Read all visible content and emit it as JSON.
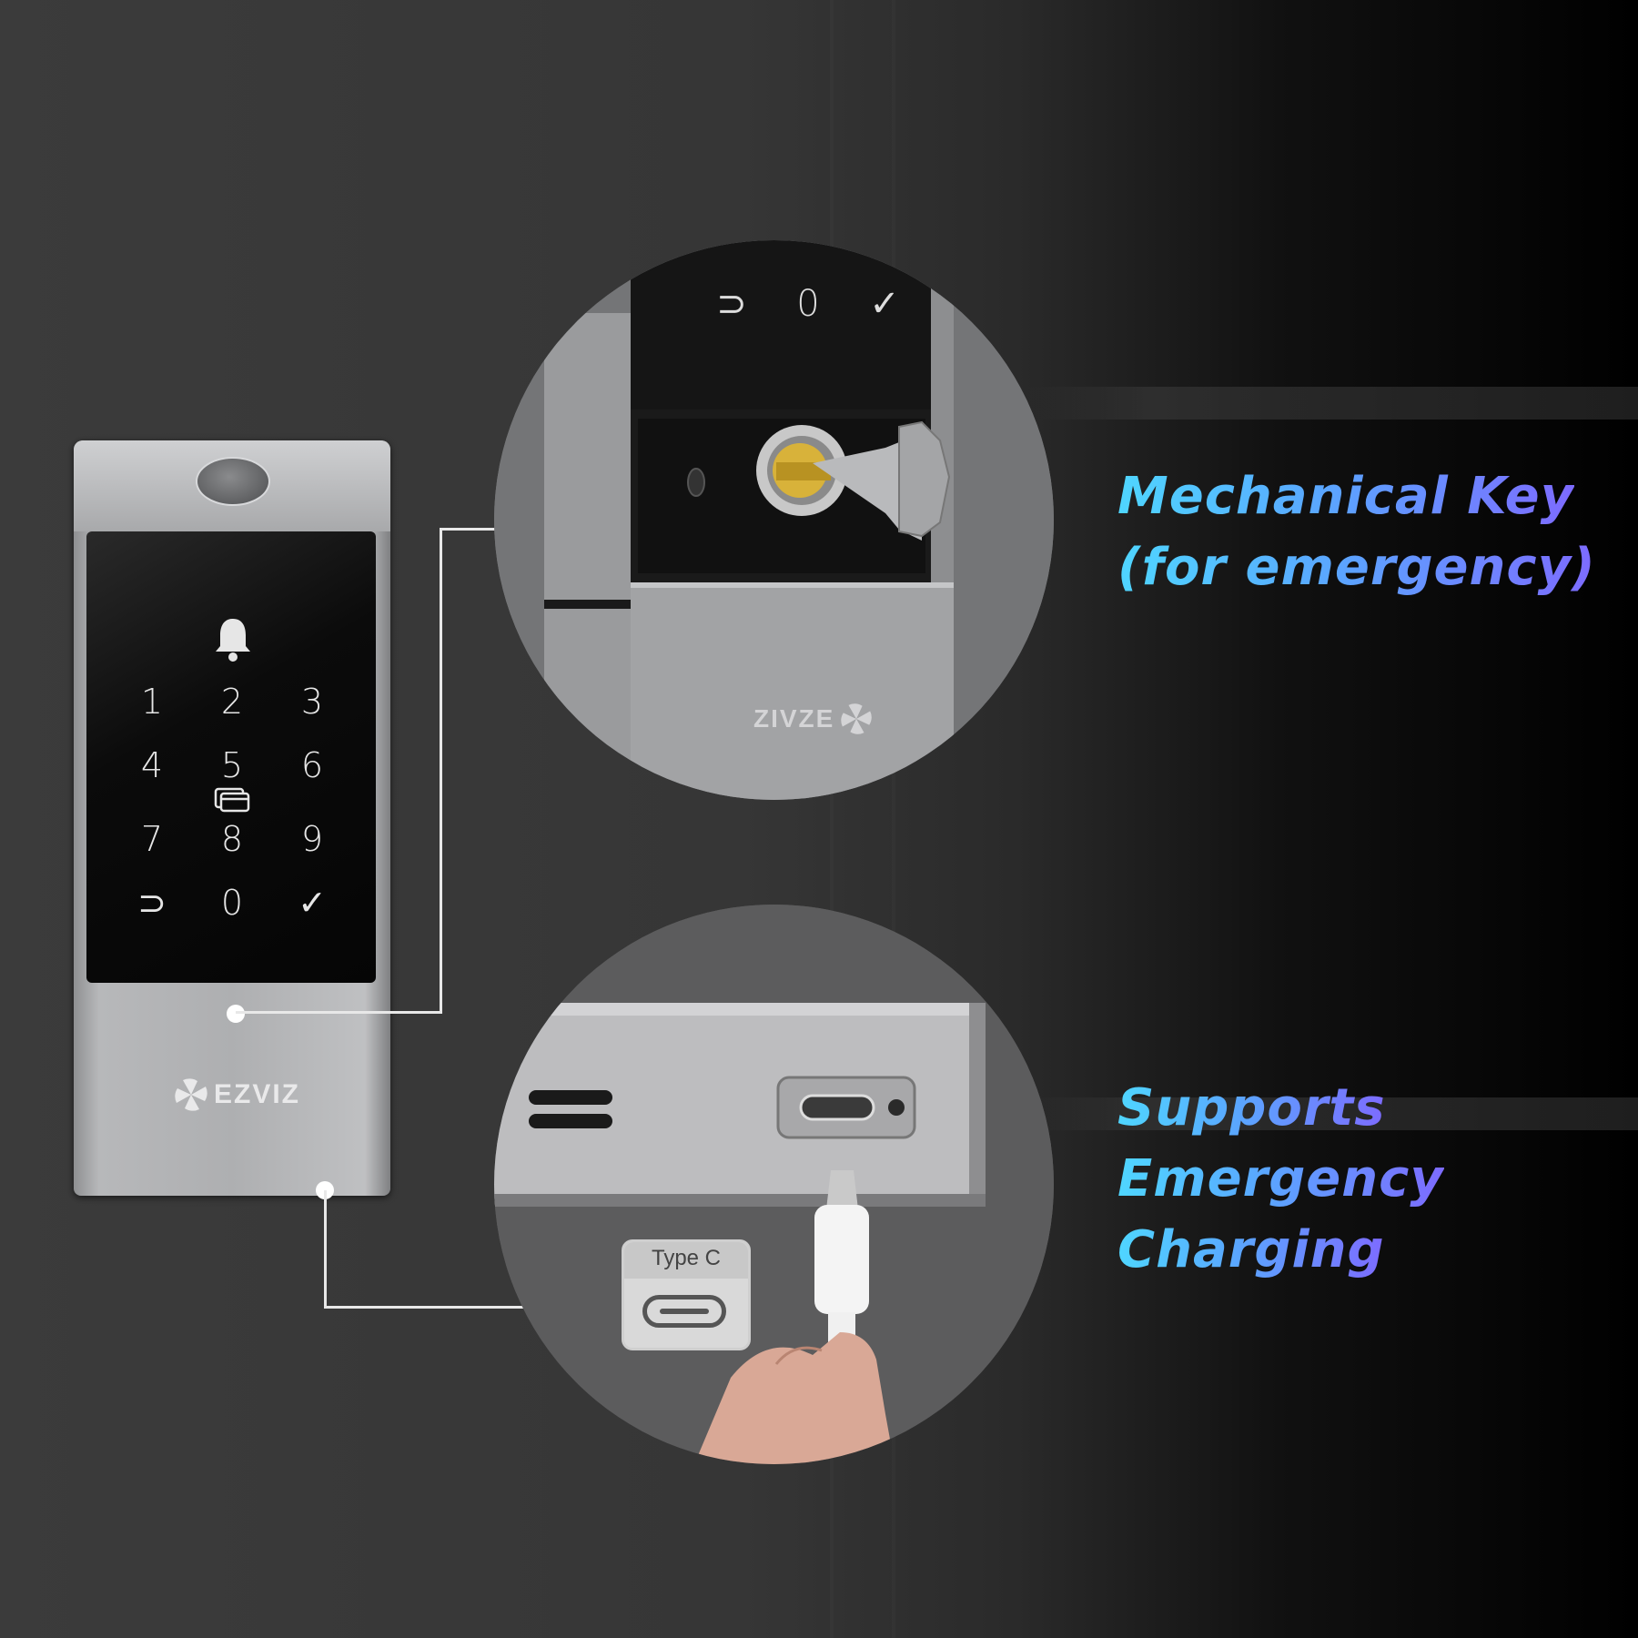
{
  "keypad": {
    "keys": [
      "1",
      "2",
      "3",
      "4",
      "5",
      "6",
      "7",
      "8",
      "9",
      "⊃",
      "0",
      "✓"
    ]
  },
  "brand": "EZVIZ",
  "brand_mirrored": "ZIVZE",
  "zoom_keypad": {
    "keys": [
      "⊃",
      "0",
      "✓"
    ]
  },
  "port_badge": "Type C",
  "features": {
    "key_line1": "Mechanical Key",
    "key_line2": "(for emergency)",
    "charge_line1": "Supports",
    "charge_line2": "Emergency",
    "charge_line3": "Charging"
  },
  "colors": {
    "accent_start": "#4fd6ff",
    "accent_end": "#7d6bff",
    "background": "#363636"
  }
}
